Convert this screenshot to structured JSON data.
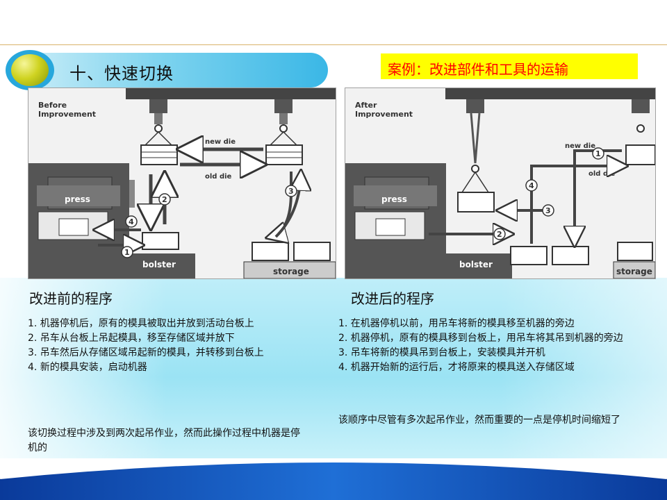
{
  "header": {
    "title": "十、快速切换",
    "case_label": "案例：改进部件和工具的运输"
  },
  "before_diagram": {
    "title_line1": "Before",
    "title_line2": "Improvement",
    "new_die": "new die",
    "old_die": "old die",
    "press": "press",
    "bolster": "bolster",
    "storage": "storage",
    "nums": [
      "1",
      "2",
      "3",
      "4"
    ]
  },
  "after_diagram": {
    "title_line1": "After",
    "title_line2": "Improvement",
    "new_die": "new die",
    "old_die": "old die",
    "press": "press",
    "bolster": "bolster",
    "storage": "storage",
    "nums": [
      "1",
      "2",
      "3",
      "4"
    ]
  },
  "before_section": {
    "heading": "改进前的程序",
    "steps": [
      "1. 机器停机后，原有的模具被取出并放到活动台板上",
      "2. 吊车从台板上吊起模具，移至存储区域并放下",
      "3. 吊车然后从存储区域吊起新的模具，并转移到台板上",
      "4. 新的模具安装，启动机器"
    ],
    "note": "该切换过程中涉及到两次起吊作业，然而此操作过程中机器是停机的"
  },
  "after_section": {
    "heading": "改进后的程序",
    "steps": [
      "1. 在机器停机以前，用吊车将新的模具移至机器的旁边",
      "2. 机器停机，原有的模具移到台板上，用吊车将其吊到机器的旁边",
      "3. 吊车将新的模具吊到台板上，安装模具并开机",
      "4. 机器开始新的运行后，才将原来的模具送入存储区域"
    ],
    "note": "该顺序中尽管有多次起吊作业，然而重要的一点是停机时间缩短了"
  },
  "colors": {
    "accent": "#27a7dc",
    "highlight": "#ffff00",
    "case_text": "#ff0000",
    "footer": "#0a3a9a"
  }
}
